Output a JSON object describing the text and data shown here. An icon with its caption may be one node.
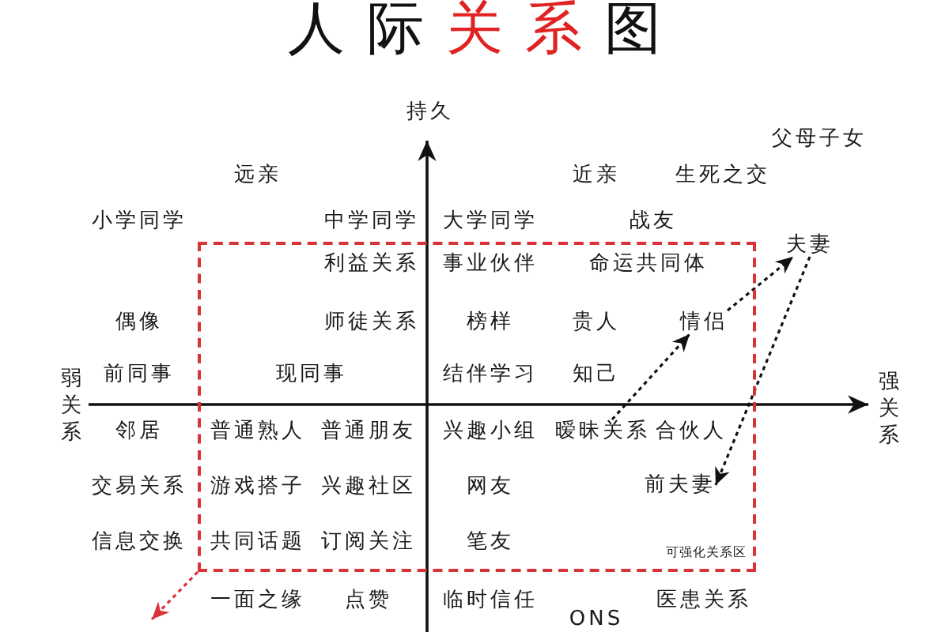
{
  "diagram": {
    "title": "人际**关系**图",
    "nodes": [
      {
        "text": [
          "可强化关系区"
        ]
      },
      {
        "text": [
          "夫妻"
        ]
      },
      {
        "text": [
          "情侣"
        ],
        "in": 0
      },
      {
        "text": [
          "暧昧关系"
        ],
        "in": 0
      },
      {
        "text": [
          "前夫妻"
        ],
        "in": 0
      }
    ],
    "edges": [
      {
        "from": 3,
        "to": 2,
        "arrow": "to",
        "style": "dashed"
      },
      {
        "from": 2,
        "to": 1,
        "arrow": "to",
        "style": "dashed"
      },
      {
        "from": 1,
        "to": 4,
        "arrow": "to",
        "style": "dashed"
      },
      {
        "from": 0,
        "to": null,
        "arrow": "to",
        "style": "dashed",
        "color": "#d9323a"
      }
    ],
    "labels": [
      "持久",
      "父母子女",
      "远亲",
      "近亲",
      "生死之交",
      "小学同学",
      "中学同学",
      "大学同学",
      "战友",
      "利益关系",
      "事业伙伴",
      "命运共同体",
      "偶像",
      "师徒关系",
      "榜样",
      "贵人",
      "弱关系",
      "前同事",
      "现同事",
      "结伴学习",
      "知己",
      "强关系",
      "邻居",
      "普通熟人",
      "普通朋友",
      "兴趣小组",
      "合伙人",
      "交易关系",
      "游戏搭子",
      "兴趣社区",
      "网友",
      "信息交换",
      "共同话题",
      "订阅关注",
      "笔友",
      "一面之缘",
      "点赞",
      "临时信任",
      "医患关系",
      "ONS"
    ]
  }
}
